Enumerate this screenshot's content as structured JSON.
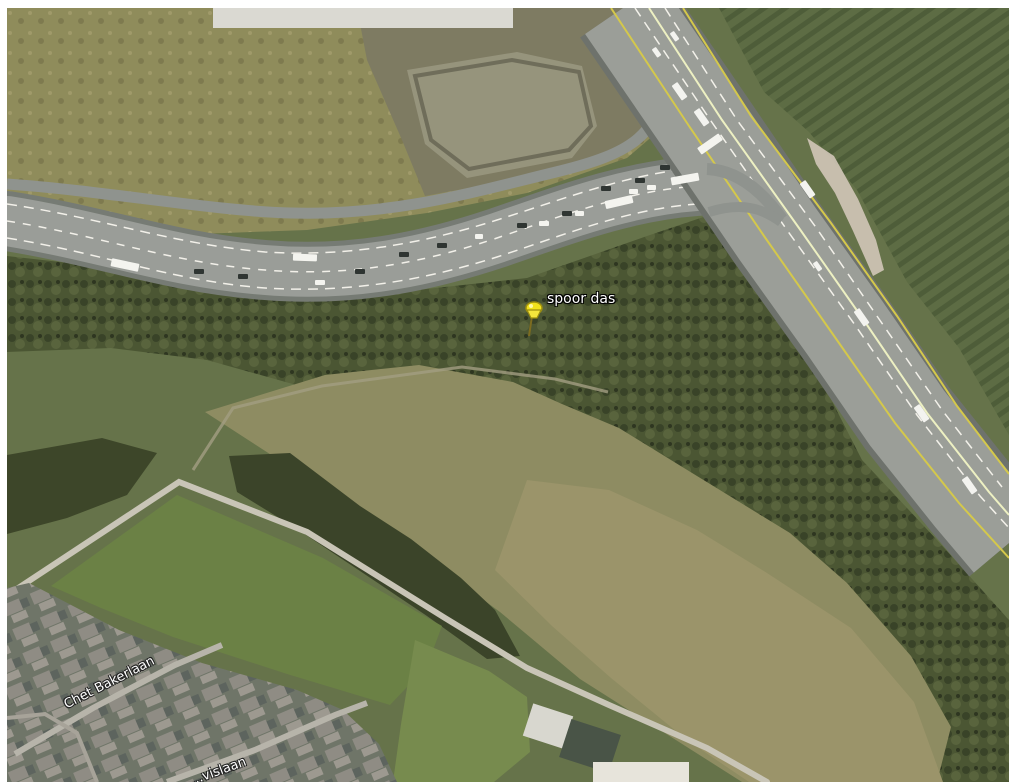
{
  "map": {
    "placemark": {
      "label": "spoor das",
      "icon": "yellow-pushpin-icon",
      "color": "#f2e21c"
    },
    "streets": [
      {
        "label": "Chet Bakerlaan"
      },
      {
        "label": "...vislaan"
      }
    ],
    "colors": {
      "highway": "#8b8f8d",
      "lane_marking": "#f4f1e8",
      "field_dry": "#96905f",
      "field_green": "#6d7f42",
      "forest": "#3f4a2c",
      "orchard": "#55643f",
      "houses": "#7f7f79"
    }
  }
}
